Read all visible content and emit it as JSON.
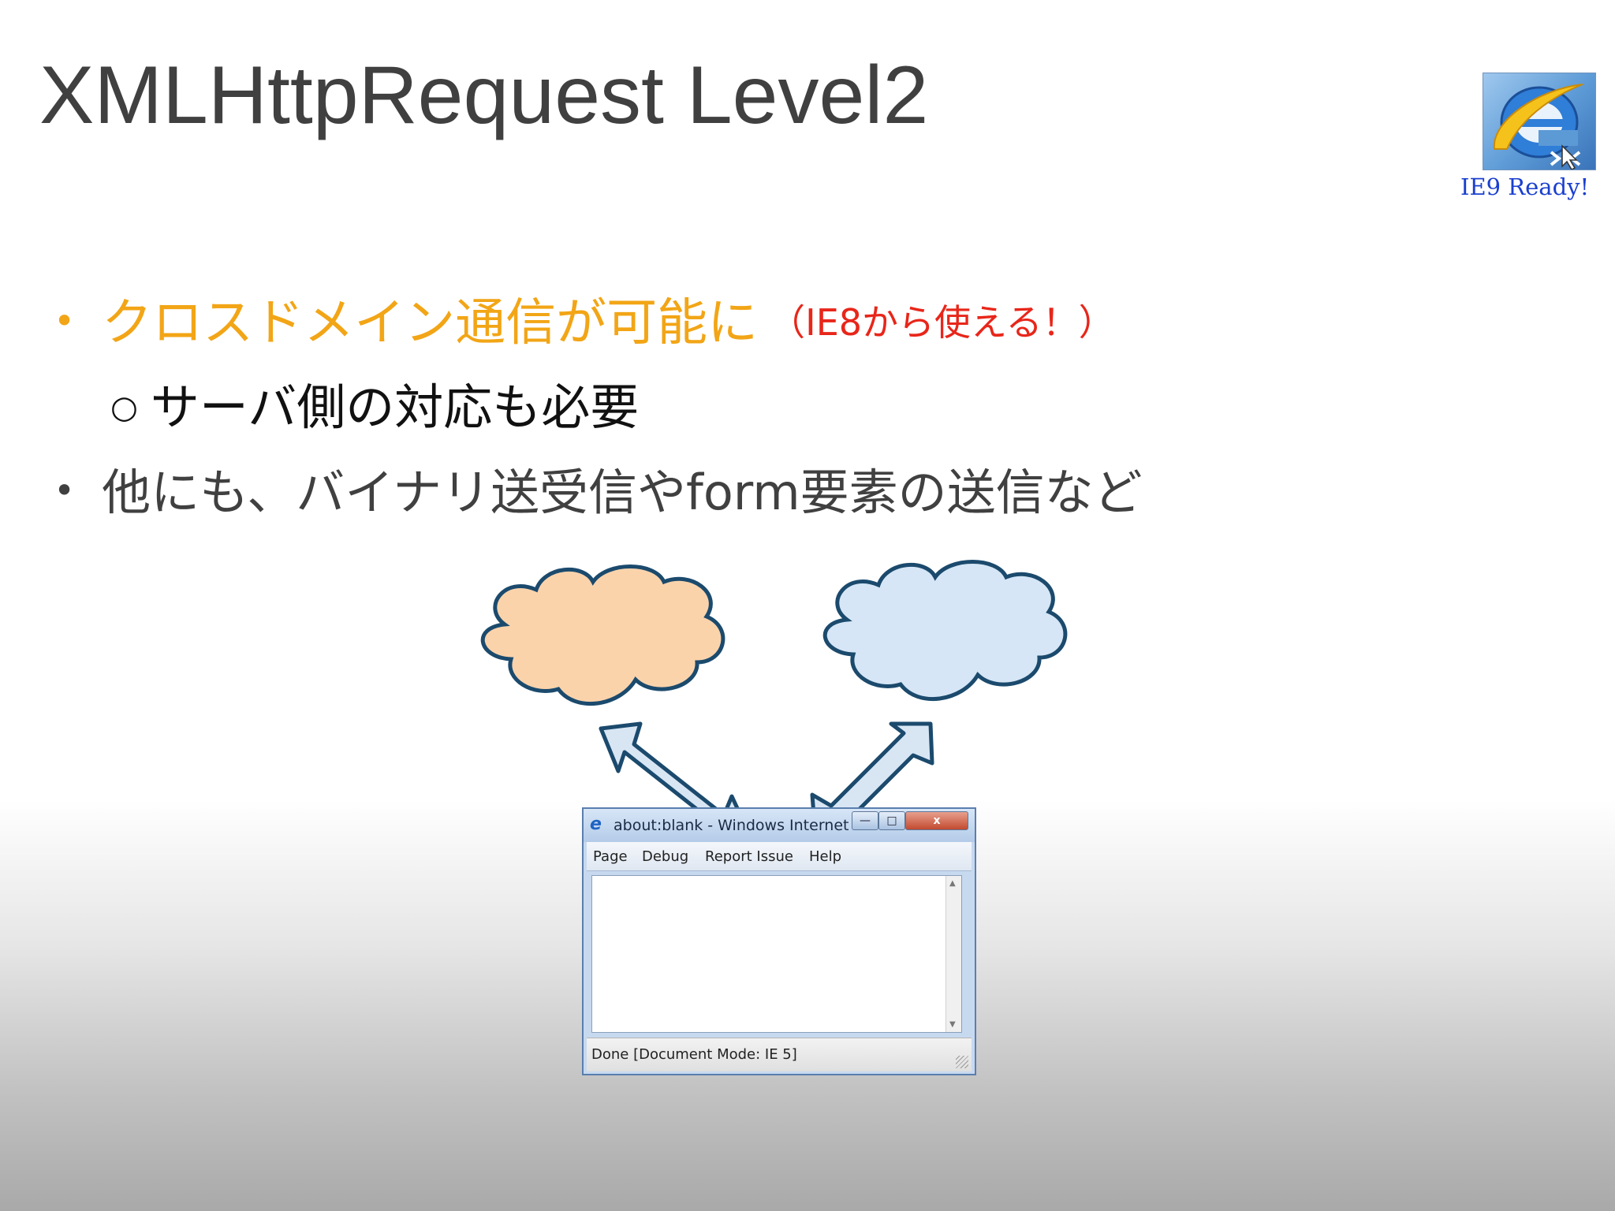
{
  "slide": {
    "title": "XMLHttpRequest Level2"
  },
  "badge": {
    "icon": "internet-explorer-icon",
    "caption": "IE9 Ready!"
  },
  "bullets": [
    {
      "marker": "•",
      "text": "クロスドメイン通信が可能に",
      "note": "（IE8から使える！）",
      "color": "#f2a516",
      "note_color": "#e8261a"
    },
    {
      "marker": "○",
      "text": "サーバ側の対応も必要"
    },
    {
      "marker": "•",
      "text": "他にも、バイナリ送受信やform要素の送信など"
    }
  ],
  "diagram": {
    "clouds": [
      {
        "name": "origin-cloud",
        "fill": "#fbd3ab",
        "stroke": "#1b4a6d"
      },
      {
        "name": "remote-cloud",
        "fill": "#d6e6f6",
        "stroke": "#1b4a6d"
      }
    ],
    "arrow_fill": "#d8e6f4",
    "arrow_stroke": "#1b4a6d"
  },
  "browser_window": {
    "title": "about:blank - Windows Internet Explorer",
    "minimize": "—",
    "maximize": "□",
    "close": "x",
    "menu": [
      "Page",
      "Debug",
      "Report Issue",
      "Help"
    ],
    "status": "Done [Document Mode: IE 5]"
  }
}
